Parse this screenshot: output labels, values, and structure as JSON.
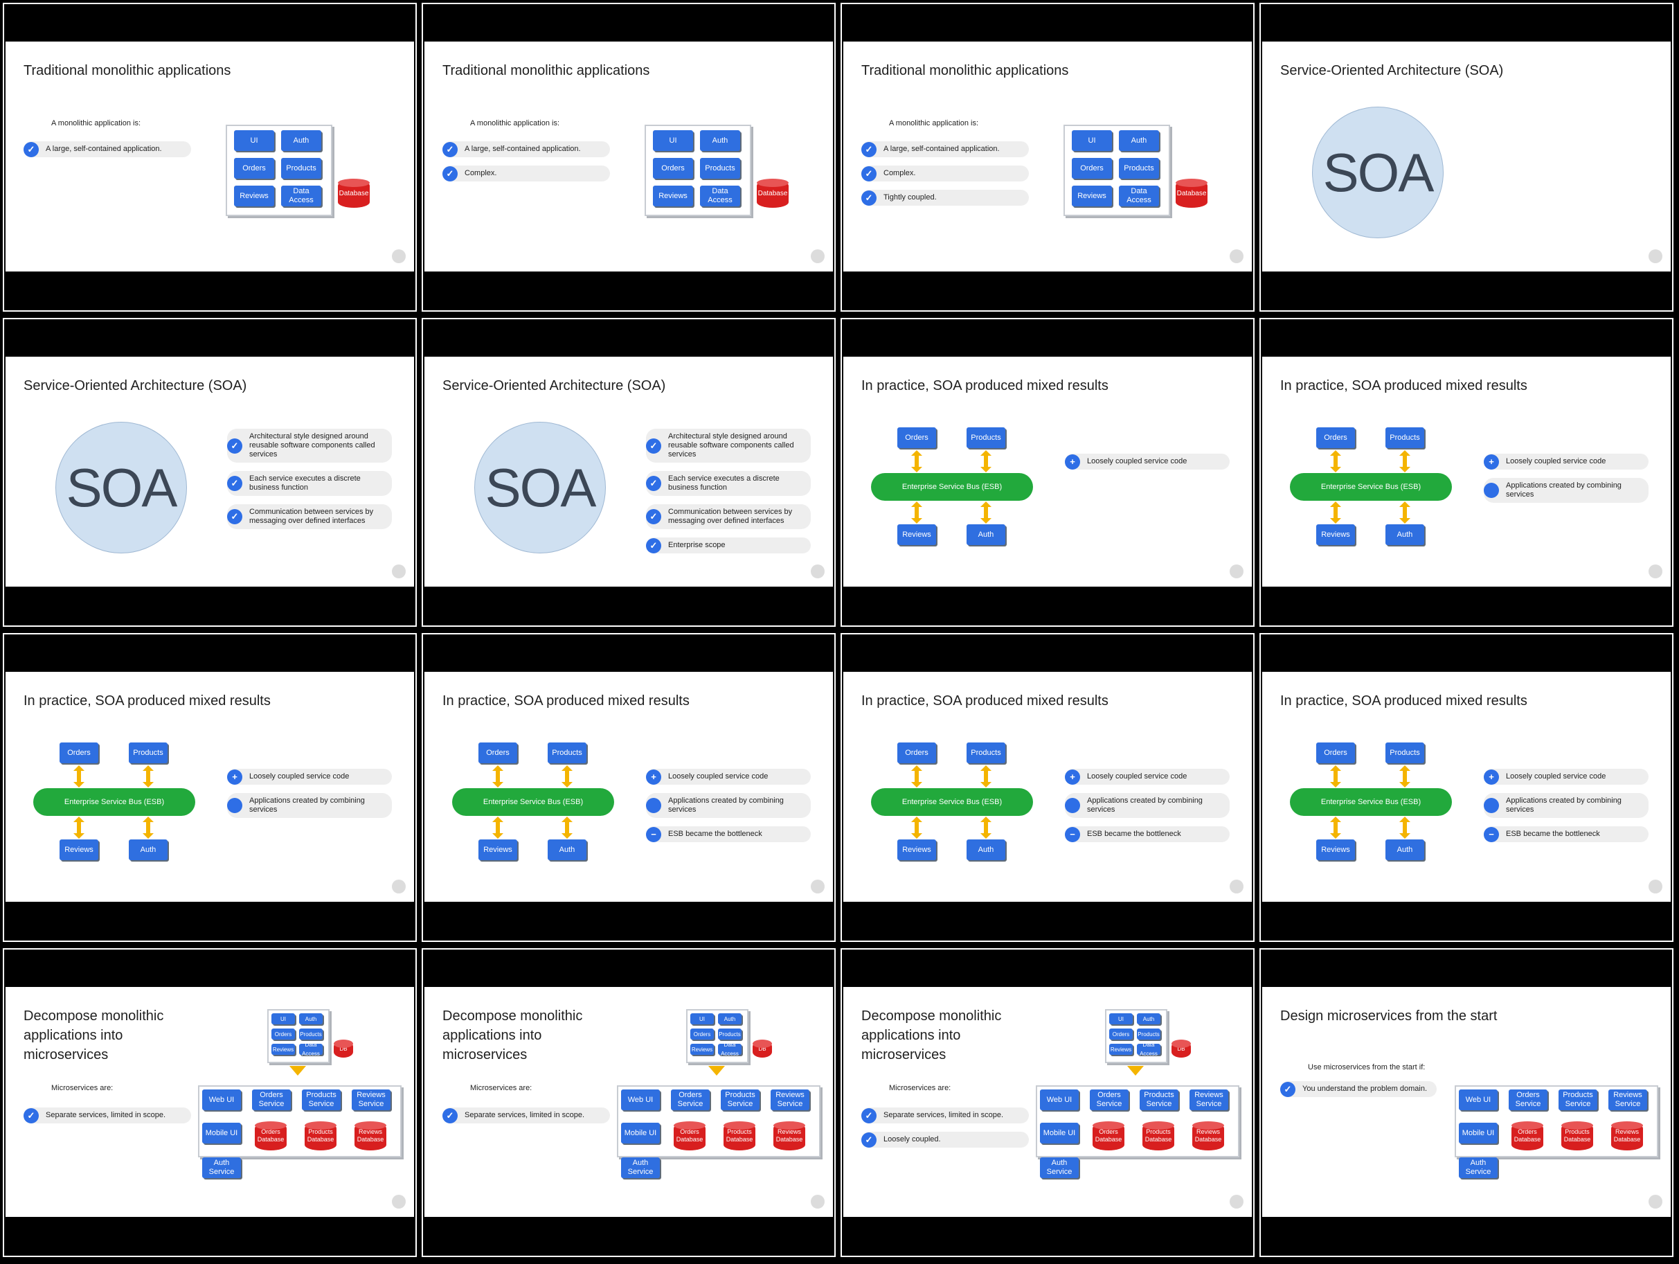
{
  "mono": {
    "title": "Traditional monolithic applications",
    "intro": "A monolithic application is:",
    "bullets": [
      "A large, self-contained application.",
      "Complex.",
      "Tightly coupled."
    ],
    "boxes": [
      "UI",
      "Auth",
      "Orders",
      "Products",
      "Reviews",
      "Data Access"
    ],
    "db": "Database"
  },
  "soa": {
    "title": "Service-Oriented Architecture (SOA)",
    "circle": "SOA",
    "bullets": [
      "Architectural style designed around reusable software components called services",
      "Each service executes a discrete business function",
      "Communication between services by messaging over defined interfaces",
      "Enterprise scope"
    ]
  },
  "practice": {
    "title": "In practice, SOA produced mixed results",
    "nodes": [
      "Orders",
      "Products",
      "Reviews",
      "Auth"
    ],
    "esb": "Enterprise Service Bus (ESB)",
    "bullets": [
      "Loosely coupled service code",
      "Applications created by combining services",
      "ESB became the bottleneck"
    ],
    "icons": [
      "+",
      "",
      "−"
    ]
  },
  "decompose": {
    "title": "Decompose monolithic applications into microservices",
    "intro": "Microservices are:",
    "bullets": [
      "Separate services, limited in scope.",
      "Loosely coupled."
    ],
    "small_boxes": [
      "UI",
      "Auth",
      "Orders",
      "Products",
      "Reviews",
      "Data Access"
    ],
    "small_db": "DB",
    "services": [
      "Web UI",
      "Orders Service",
      "Products Service",
      "Reviews Service",
      "Mobile UI",
      "Auth Service"
    ],
    "dbs": [
      "Orders Database",
      "Products Database",
      "Reviews Database"
    ]
  },
  "design": {
    "title": "Design microservices from the start",
    "intro": "Use microservices from the start if:",
    "bullet": "You understand the problem domain."
  }
}
